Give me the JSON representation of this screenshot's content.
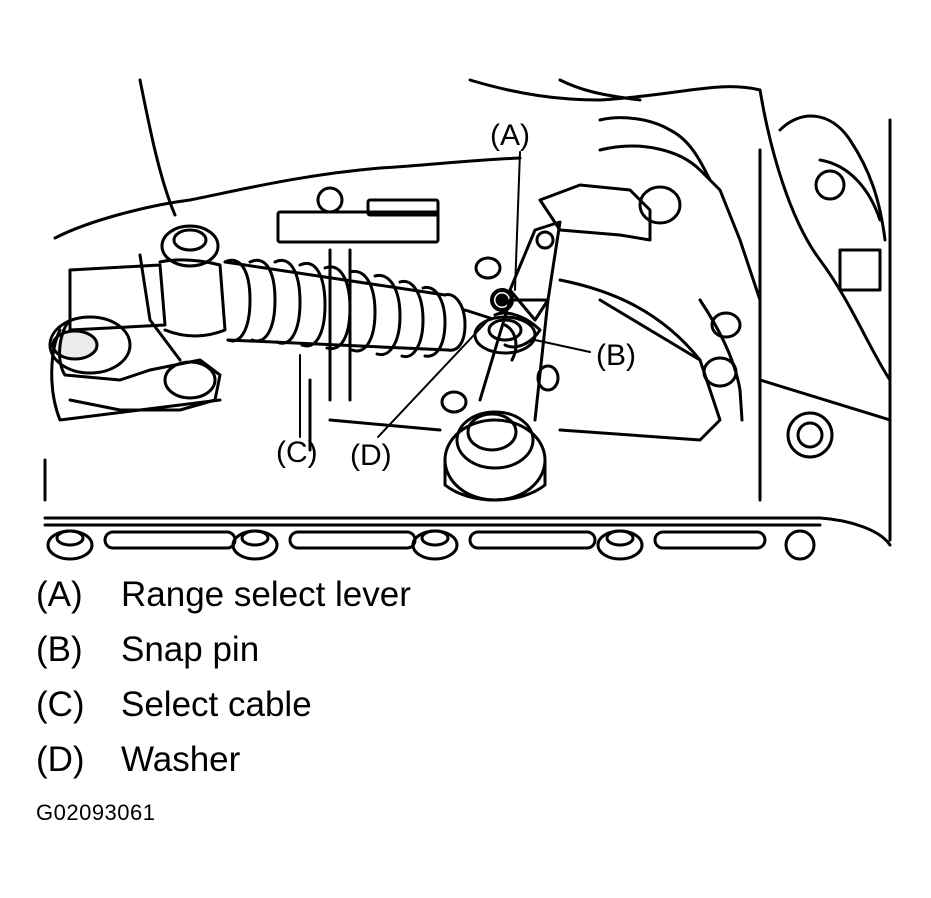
{
  "callouts": {
    "A": "(A)",
    "B": "(B)",
    "C": "(C)",
    "D": "(D)"
  },
  "legend": [
    {
      "key": "(A)",
      "text": "Range select lever"
    },
    {
      "key": "(B)",
      "text": "Snap pin"
    },
    {
      "key": "(C)",
      "text": "Select cable"
    },
    {
      "key": "(D)",
      "text": "Washer"
    }
  ],
  "figure_code": "G02093061"
}
